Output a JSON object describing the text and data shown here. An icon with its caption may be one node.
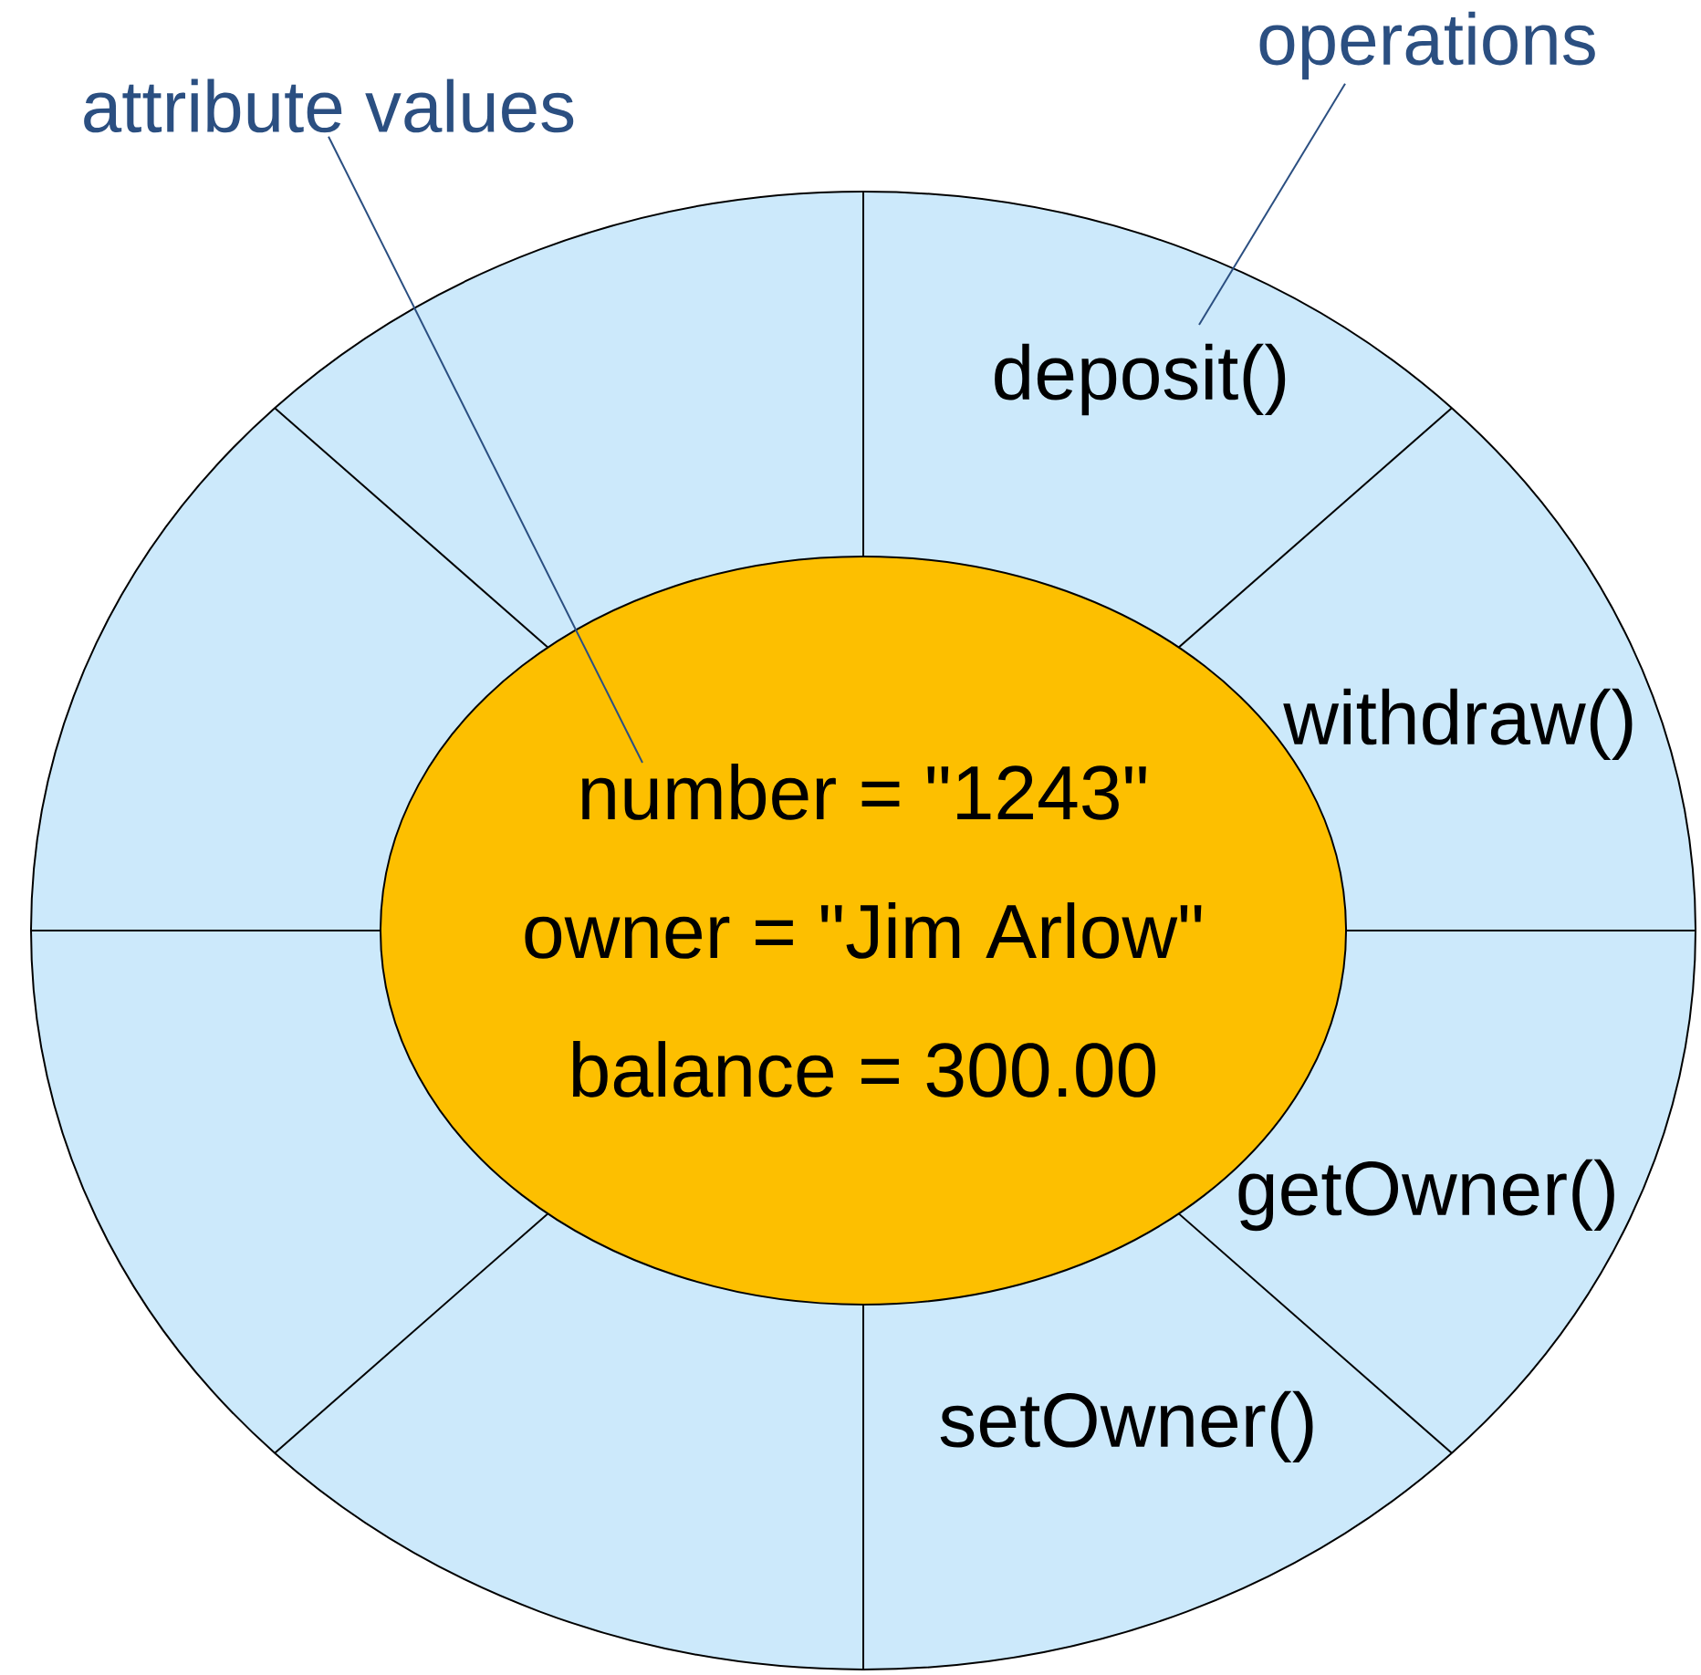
{
  "diagram": {
    "nodes": [
      {
        "text": [
          "attribute values"
        ]
      },
      {
        "text": [
          "operations"
        ]
      },
      {
        "text": [
          "deposit()",
          "withdraw()",
          "getOwner()",
          "setOwner()"
        ]
      },
      {
        "text": [
          "number = \"1243\"",
          "owner = \"Jim Arlow\"",
          "balance = 300.00"
        ],
        "in": 2
      }
    ],
    "edges": [
      {
        "from": 0,
        "to": 3,
        "arrow": "none"
      },
      {
        "from": 1,
        "to": 2,
        "arrow": "none"
      }
    ]
  }
}
